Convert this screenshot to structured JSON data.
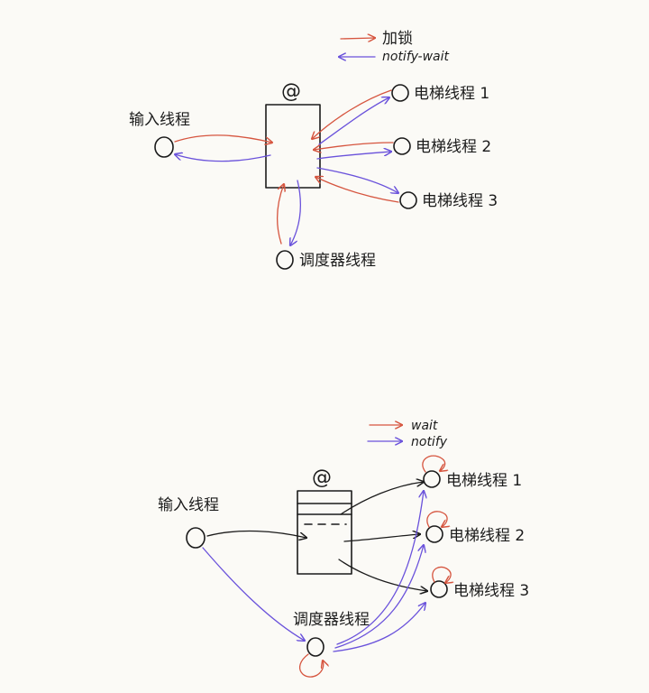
{
  "colors": {
    "lock": "#d6553f",
    "notify": "#6a52db",
    "ink": "#1b1b1b",
    "paper": "#fbfaf6"
  },
  "diagram1": {
    "legend": {
      "red": "加锁",
      "blue": "notify-wait"
    },
    "monitor_symbol": "@",
    "input_thread": "输入线程",
    "elevator_threads": [
      "电梯线程 1",
      "电梯线程 2",
      "电梯线程 3"
    ],
    "scheduler_thread": "调度器线程"
  },
  "diagram2": {
    "legend": {
      "red": "wait",
      "blue": "notify"
    },
    "monitor_symbol": "@",
    "input_thread": "输入线程",
    "elevator_threads": [
      "电梯线程 1",
      "电梯线程 2",
      "电梯线程 3"
    ],
    "scheduler_thread": "调度器线程"
  }
}
